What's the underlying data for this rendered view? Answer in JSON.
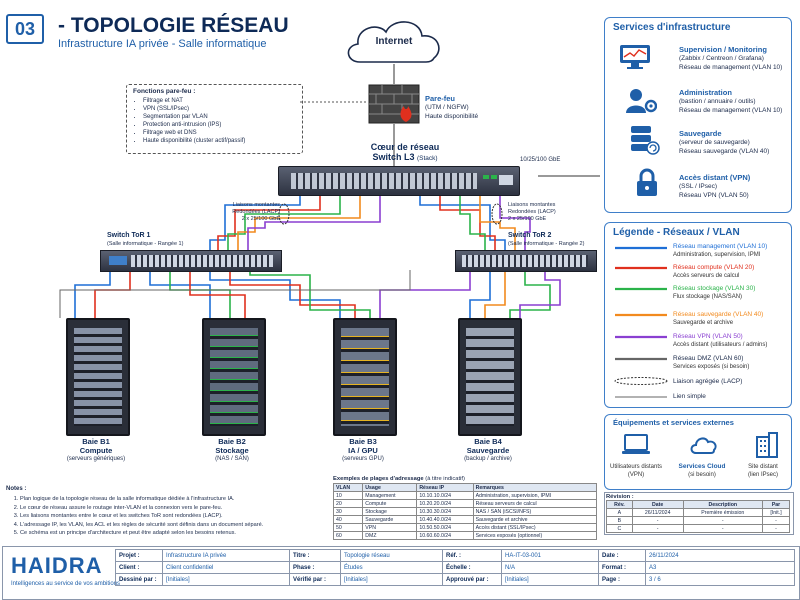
{
  "header": {
    "number": "03",
    "title": "- TOPOLOGIE RÉSEAU",
    "subtitle": "Infrastructure IA privée - Salle informatique"
  },
  "internet": {
    "label": "Internet"
  },
  "firewall": {
    "title": "Pare-feu",
    "line1": "(UTM / NGFW)",
    "line2": "Haute disponibilité"
  },
  "fw_functions": {
    "title": "Fonctions pare-feu :",
    "items": [
      "Filtrage et NAT",
      "VPN (SSL/IPsec)",
      "Segmentation par VLAN",
      "Protection anti-intrusion (IPS)",
      "Filtrage web et DNS",
      "Haute disponibilité (cluster actif/passif)"
    ]
  },
  "core": {
    "title1": "Cœur de réseau",
    "title2": "Switch L3",
    "suffix": "(Stack)",
    "speed": "10/25/100 GbE"
  },
  "uplinks": {
    "left": [
      "Liaisons montantes",
      "Redondées (LACP)",
      "2 x 25/100 GbE"
    ],
    "right": [
      "Liaisons montantes",
      "Redondées (LACP)",
      "2 x 25/100 GbE"
    ]
  },
  "tor1": {
    "title": "Switch ToR 1",
    "sub": "(Salle informatique - Rangée 1)"
  },
  "tor2": {
    "title": "Switch ToR 2",
    "sub": "(Salle informatique - Rangée 2)"
  },
  "racks": [
    {
      "name": "Baie B1",
      "role": "Compute",
      "desc": "(serveurs génériques)"
    },
    {
      "name": "Baie B2",
      "role": "Stockage",
      "desc": "(NAS / SAN)"
    },
    {
      "name": "Baie B3",
      "role": "IA / GPU",
      "desc": "(serveurs GPU)"
    },
    {
      "name": "Baie B4",
      "role": "Sauvegarde",
      "desc": "(backup / archive)"
    }
  ],
  "services": {
    "title": "Services d'infrastructure",
    "items": [
      {
        "icon": "monitor-chart-icon",
        "title": "Supervision / Monitoring",
        "line1": "(Zabbix / Centreon / Grafana)",
        "line2": "Réseau de management (VLAN 10)"
      },
      {
        "icon": "admin-user-gear-icon",
        "title": "Administration",
        "line1": "(bastion / annuaire / outils)",
        "line2": "Réseau de management (VLAN 10)"
      },
      {
        "icon": "database-backup-icon",
        "title": "Sauvegarde",
        "line1": "(serveur de sauvegarde)",
        "line2": "Réseau sauvegarde (VLAN 40)"
      },
      {
        "icon": "padlock-icon",
        "title": "Accès distant (VPN)",
        "line1": "(SSL / IPsec)",
        "line2": "Réseau VPN (VLAN 50)"
      }
    ]
  },
  "legend": {
    "title": "Légende - Réseaux / VLAN",
    "items": [
      {
        "color": "#1f6fd6",
        "title": "Réseau management (VLAN 10)",
        "desc": "Administration, supervision, IPMI",
        "style": "solid"
      },
      {
        "color": "#e0301e",
        "title": "Réseau compute (VLAN 20)",
        "desc": "Accès serveurs de calcul",
        "style": "solid"
      },
      {
        "color": "#2bb34a",
        "title": "Réseau stockage (VLAN 30)",
        "desc": "Flux stockage (NAS/SAN)",
        "style": "solid"
      },
      {
        "color": "#f28a1e",
        "title": "Réseau sauvegarde (VLAN 40)",
        "desc": "Sauvegarde et archive",
        "style": "solid"
      },
      {
        "color": "#8a3fd1",
        "title": "Réseau VPN (VLAN 50)",
        "desc": "Accès distant (utilisateurs / admins)",
        "style": "solid"
      },
      {
        "color": "#666666",
        "title": "Réseau DMZ (VLAN 60)",
        "desc": "Services exposés (si besoin)",
        "style": "solid"
      },
      {
        "color": "#333333",
        "title": "Liaison agrégée (LACP)",
        "desc": "",
        "style": "ellipse"
      },
      {
        "color": "#333333",
        "title": "Lien simple",
        "desc": "",
        "style": "thin"
      }
    ]
  },
  "external": {
    "title": "Équipements et services externes",
    "items": [
      {
        "icon": "laptop-icon",
        "line1": "Utilisateurs distants",
        "line2": "(VPN)"
      },
      {
        "icon": "cloud-icon",
        "line1": "Services Cloud",
        "line2": "(si besoin)"
      },
      {
        "icon": "building-icon",
        "line1": "Site distant",
        "line2": "(lien IPsec)"
      }
    ]
  },
  "notes": {
    "title": "Notes :",
    "items": [
      "Plan logique de la topologie réseau de la salle informatique dédiée à l'infrastructure IA.",
      "Le cœur de réseau assure le routage inter-VLAN et la connexion vers le pare-feu.",
      "Les liaisons montantes entre le cœur et les switches ToR sont redondées (LACP).",
      "L'adressage IP, les VLAN, les ACL et les règles de sécurité sont définis dans un document séparé.",
      "Ce schéma est un principe d'architecture et peut être adapté selon les besoins retenus."
    ]
  },
  "addressing": {
    "title": "Exemples de plages d'adressage",
    "title_suffix": "(à titre indicatif)",
    "headers": [
      "VLAN",
      "Usage",
      "Réseau IP",
      "Remarques"
    ],
    "rows": [
      [
        "10",
        "Management",
        "10.10.10.0/24",
        "Administration, supervision, IPMI"
      ],
      [
        "20",
        "Compute",
        "10.20.20.0/24",
        "Réseau serveurs de calcul"
      ],
      [
        "30",
        "Stockage",
        "10.30.30.0/24",
        "NAS / SAN (iSCSI/NFS)"
      ],
      [
        "40",
        "Sauvegarde",
        "10.40.40.0/24",
        "Sauvegarde et archive"
      ],
      [
        "50",
        "VPN",
        "10.50.50.0/24",
        "Accès distant (SSL/IPsec)"
      ],
      [
        "60",
        "DMZ",
        "10.60.60.0/24",
        "Services exposés (optionnel)"
      ]
    ]
  },
  "revision": {
    "title": "Révision :",
    "headers": [
      "Rév.",
      "Date",
      "Description",
      "Par"
    ],
    "rows": [
      [
        "A",
        "26/11/2024",
        "Première émission",
        "[Init.]"
      ],
      [
        "B",
        "-",
        "-",
        "-"
      ],
      [
        "C",
        "-",
        "-",
        "-"
      ]
    ]
  },
  "logo": {
    "name": "HAIDRA",
    "tagline": "Intelligences au service de vos ambitions"
  },
  "titleblock": {
    "projet_k": "Projet :",
    "projet_v": "Infrastructure IA privée",
    "client_k": "Client :",
    "client_v": "Client confidentiel",
    "dessine_k": "Dessiné par :",
    "dessine_v": "[Initiales]",
    "titre_k": "Titre :",
    "titre_v": "Topologie réseau",
    "phase_k": "Phase :",
    "phase_v": "Études",
    "verifie_k": "Vérifié par :",
    "verifie_v": "[Initiales]",
    "ref_k": "Réf. :",
    "ref_v": "HA-IT-03-001",
    "echelle_k": "Échelle :",
    "echelle_v": "N/A",
    "approuve_k": "Approuvé par :",
    "approuve_v": "[Initiales]",
    "date_k": "Date :",
    "date_v": "26/11/2024",
    "format_k": "Format :",
    "format_v": "A3",
    "page_k": "Page :",
    "page_v": "3 / 6"
  }
}
